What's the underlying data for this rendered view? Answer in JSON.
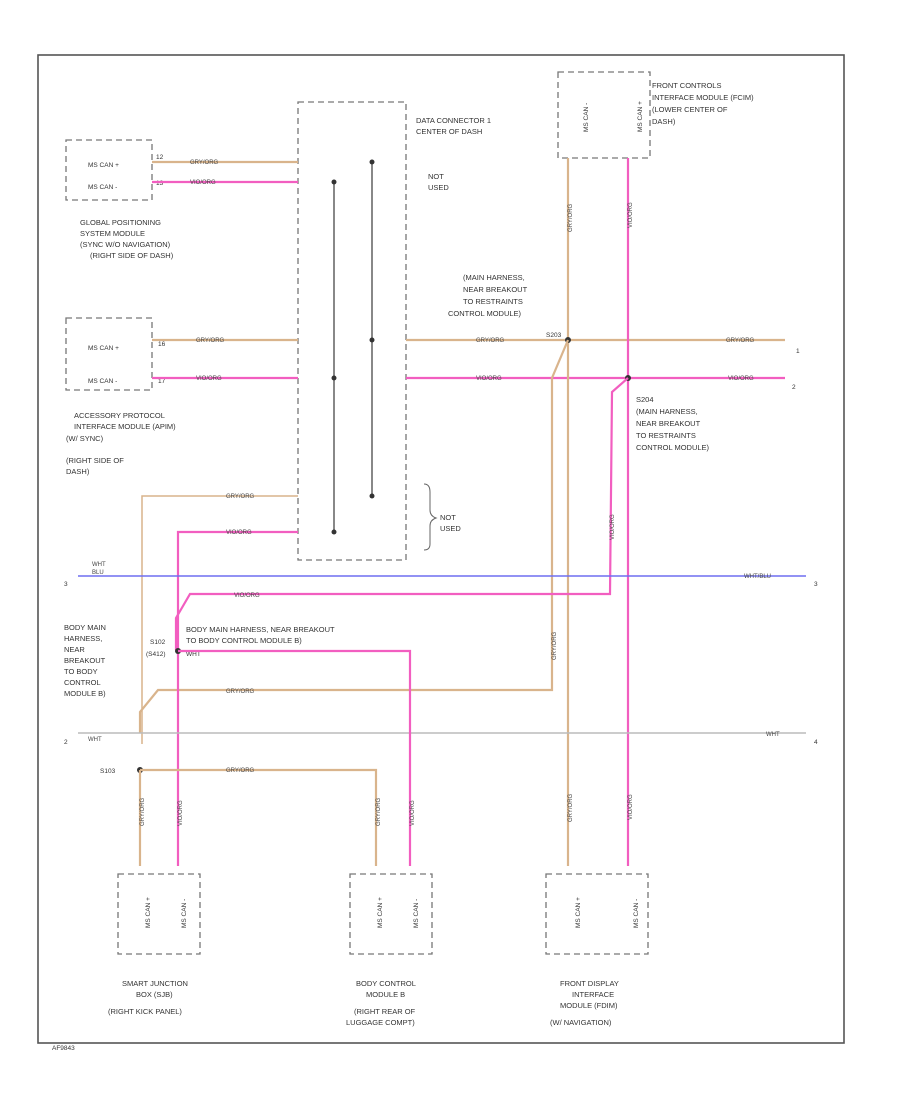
{
  "colors": {
    "tan": "#d9b48c",
    "pink": "#f25ec0",
    "blue": "#6f6ff0",
    "black": "#444444",
    "gray": "#bbbbbb"
  },
  "connector": {
    "title": [
      "DATA CONNECTOR 1",
      "CENTER OF DASH"
    ],
    "not_used_top": [
      "NOT",
      "USED"
    ],
    "not_used_bottom": [
      "NOT",
      "USED"
    ]
  },
  "modules": {
    "gps": {
      "pins": [
        "MS CAN +",
        "MS CAN -"
      ],
      "pin_numbers": [
        "12",
        "13"
      ],
      "label": [
        "GLOBAL POSITIONING",
        "SYSTEM MODULE",
        "(SYNC W/O NAVIGATION)",
        "(RIGHT SIDE OF DASH)"
      ]
    },
    "apim": {
      "pins": [
        "MS CAN +",
        "MS CAN -"
      ],
      "pin_numbers": [
        "16",
        "17"
      ],
      "label": [
        "ACCESSORY PROTOCOL",
        "INTERFACE MODULE (APIM)",
        "(W/ SYNC)",
        "(RIGHT SIDE OF",
        "DASH)"
      ]
    },
    "fcim": {
      "pins": [
        "MS CAN -",
        "MS CAN +"
      ],
      "label": [
        "FRONT CONTROLS",
        "INTERFACE MODULE (FCIM)",
        "(LOWER CENTER OF",
        "DASH)"
      ]
    },
    "sjb": {
      "pins": [
        "MS CAN +",
        "MS CAN -"
      ],
      "label": [
        "SMART JUNCTION",
        "BOX (SJB)",
        "(RIGHT KICK PANEL)"
      ]
    },
    "bcm": {
      "pins": [
        "MS CAN +",
        "MS CAN -"
      ],
      "label": [
        "BODY CONTROL",
        "MODULE B",
        "(RIGHT REAR OF",
        "LUGGAGE COMPT)"
      ]
    },
    "fdim": {
      "pins": [
        "MS CAN +",
        "MS CAN -"
      ],
      "label": [
        "FRONT DISPLAY",
        "INTERFACE",
        "MODULE (FDIM)",
        "(W/ NAVIGATION)"
      ]
    }
  },
  "splices": {
    "s203": {
      "id": "S203",
      "label": [
        "S203",
        "(MAIN HARNESS,",
        "NEAR BREAKOUT",
        "TO RESTRAINTS",
        "CONTROL MODULE)"
      ]
    },
    "s204": {
      "label": [
        "S204",
        "(MAIN HARNESS,",
        "NEAR BREAKOUT",
        "TO RESTRAINTS",
        "CONTROL MODULE)"
      ]
    },
    "body_upper": {
      "label": [
        "BODY MAIN HARNESS, NEAR BREAKOUT",
        "TO BODY CONTROL MODULE B)"
      ],
      "ids": [
        "S102",
        "(S412)"
      ],
      "color": "WHT"
    },
    "body_lower": {
      "label": [
        "BODY MAIN",
        "HARNESS,",
        "NEAR",
        "BREAKOUT",
        "TO BODY",
        "CONTROL",
        "MODULE B)"
      ],
      "id": "S103"
    }
  },
  "wire_labels": {
    "gy_og": "GRY/ORG",
    "vio_org": "VIO/ORG",
    "wht_blu": "WHT/BLU",
    "wht": "WHT",
    "blu": "BLU"
  },
  "page_refs": [
    "1",
    "2",
    "3",
    "4"
  ],
  "figure_number": "AF9843"
}
